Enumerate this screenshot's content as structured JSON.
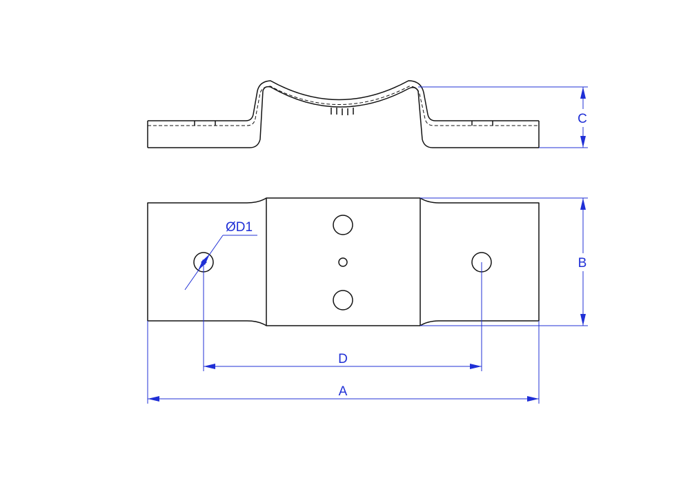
{
  "drawing": {
    "line_color": "#111111",
    "dimension_color": "#1f2fd6",
    "labels": {
      "length": "A",
      "width": "B",
      "height": "C",
      "hole_spacing": "D",
      "hole_diameter": "ØD1"
    }
  }
}
